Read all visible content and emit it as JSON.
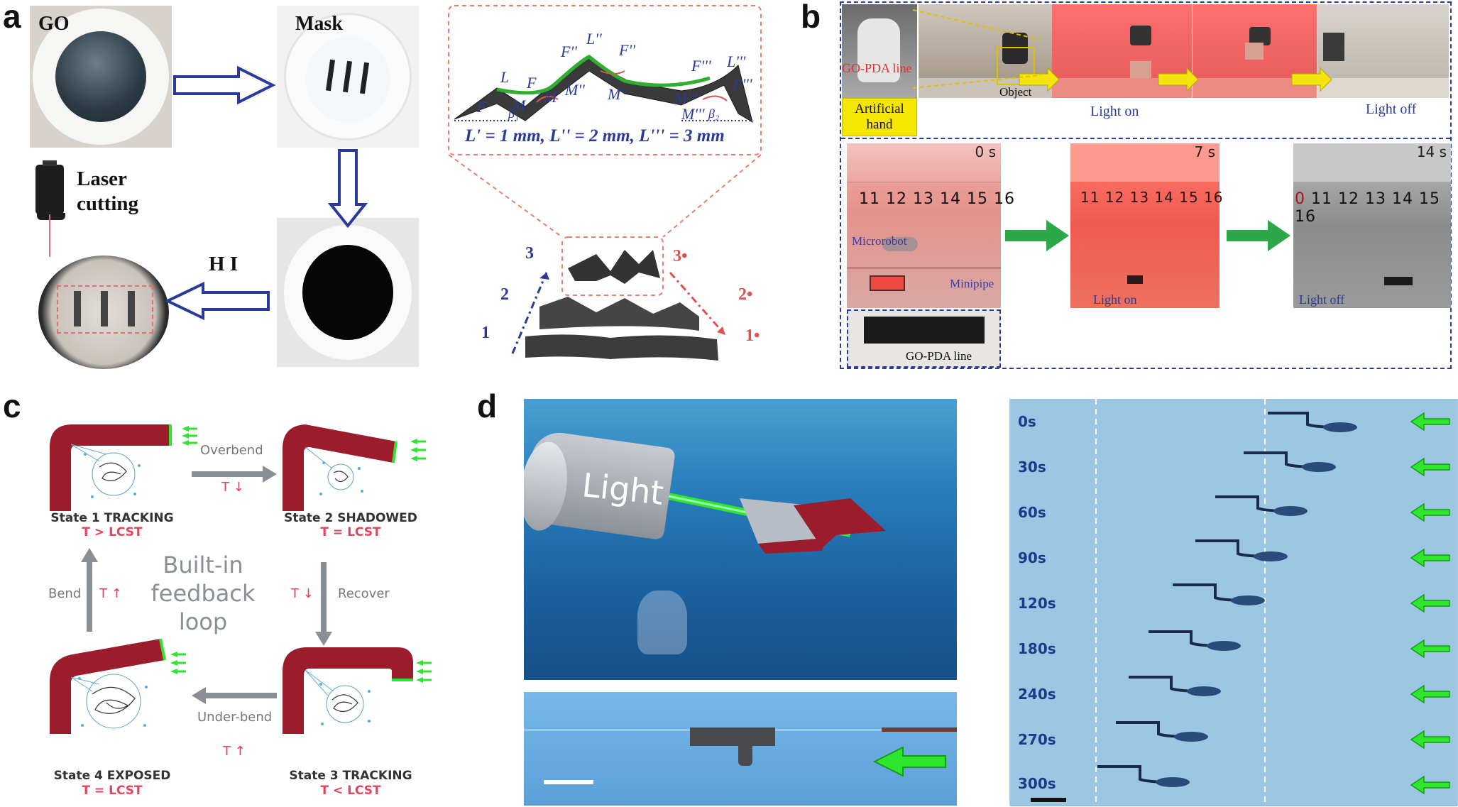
{
  "panels": {
    "a": "a",
    "b": "b",
    "c": "c",
    "d": "d"
  },
  "panel_a": {
    "go_label": "GO",
    "mask_label": "Mask",
    "laser_label_1": "Laser",
    "laser_label_2": "cutting",
    "hi_label": "H I",
    "dims": "L' = 1 mm,  L'' = 2 mm,  L''' = 3 mm",
    "callout_labels": [
      "F",
      "L",
      "F",
      "M",
      "M",
      "F''",
      "L''",
      "F''",
      "M''",
      "M''",
      "F'''",
      "L'''",
      "F'''",
      "M'''",
      "M'''",
      "β₁",
      "β₂"
    ],
    "steps_left": [
      "1",
      "2",
      "3"
    ],
    "steps_right": [
      "1•",
      "2•",
      "3•"
    ]
  },
  "panel_b": {
    "gopda_line": "GO-PDA line",
    "object": "Object",
    "artificial_hand_1": "Artificial",
    "artificial_hand_2": "hand",
    "light_on": "Light on",
    "light_off": "Light off",
    "times": [
      "0 s",
      "7 s",
      "14 s"
    ],
    "ruler_ticks": [
      "11",
      "12",
      "13",
      "14",
      "15",
      "16"
    ],
    "ruler_ticks_3": [
      "0",
      "11",
      "12",
      "13",
      "14",
      "15",
      "16"
    ],
    "microrobot": "Microrobot",
    "minipipe": "Minipipe",
    "light_on_2": "Light on",
    "light_off_2": "Light off",
    "gopda_line_2": "GO-PDA line"
  },
  "panel_c": {
    "state1": "State 1 TRACKING",
    "state1_temp": "T > LCST",
    "state2": "State 2 SHADOWED",
    "state2_temp": "T = LCST",
    "state3": "State 3 TRACKING",
    "state3_temp": "T < LCST",
    "state4": "State 4 EXPOSED",
    "state4_temp": "T = LCST",
    "overbend": "Overbend",
    "overbend_t": "T ↓",
    "recover": "Recover",
    "recover_t": "T ↓",
    "underbend": "Under-bend",
    "underbend_t": "T ↑",
    "bend": "Bend",
    "bend_t": "T ↑",
    "center_1": "Built-in",
    "center_2": "feedback",
    "center_3": "loop"
  },
  "panel_d": {
    "light": "Light",
    "times": [
      "0s",
      "30s",
      "60s",
      "90s",
      "120s",
      "180s",
      "240s",
      "270s",
      "300s"
    ]
  },
  "colors": {
    "actuator_red": "#9b1c2a",
    "laser_green": "#2ee62e",
    "arrow_blue": "#2a3a9a",
    "water_blue": "#1f6fa8",
    "strip_blue": "#9cc7e3",
    "pink_text": "#e2445a"
  }
}
